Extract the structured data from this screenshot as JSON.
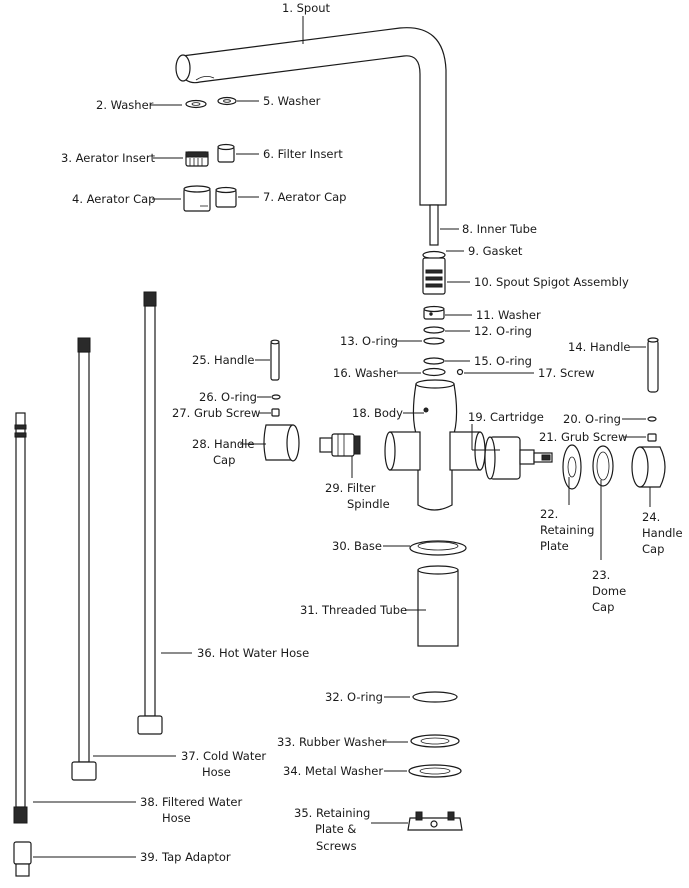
{
  "labels": {
    "l1": "1. Spout",
    "l2": "2. Washer",
    "l3": "3. Aerator Insert",
    "l4": "4. Aerator Cap",
    "l5": "5. Washer",
    "l6": "6. Filter Insert",
    "l7": "7. Aerator Cap",
    "l8": "8. Inner Tube",
    "l9": "9. Gasket",
    "l10": "10. Spout Spigot Assembly",
    "l11": "11. Washer",
    "l12": "12. O-ring",
    "l13": "13. O-ring",
    "l14": "14. Handle",
    "l15": "15. O-ring",
    "l16": "16. Washer",
    "l17": "17. Screw",
    "l18": "18. Body",
    "l19": "19. Cartridge",
    "l20": "20. O-ring",
    "l21": "21. Grub Screw",
    "l22a": "22.",
    "l22b": "Retaining",
    "l22c": "Plate",
    "l23a": "23.",
    "l23b": "Dome",
    "l23c": "Cap",
    "l24a": "24.",
    "l24b": "Handle",
    "l24c": "Cap",
    "l25": "25. Handle",
    "l26": "26. O-ring",
    "l27": "27. Grub Screw",
    "l28a": "28. Handle",
    "l28b": "Cap",
    "l29a": "29. Filter",
    "l29b": "Spindle",
    "l30": "30. Base",
    "l31": "31. Threaded Tube",
    "l32": "32. O-ring",
    "l33": "33. Rubber Washer",
    "l34": "34. Metal Washer",
    "l35a": "35. Retaining",
    "l35b": "Plate &",
    "l35c": "Screws",
    "l36": "36. Hot Water Hose",
    "l37a": "37. Cold Water",
    "l37b": "Hose",
    "l38a": "38. Filtered Water",
    "l38b": "Hose",
    "l39": "39. Tap Adaptor"
  }
}
